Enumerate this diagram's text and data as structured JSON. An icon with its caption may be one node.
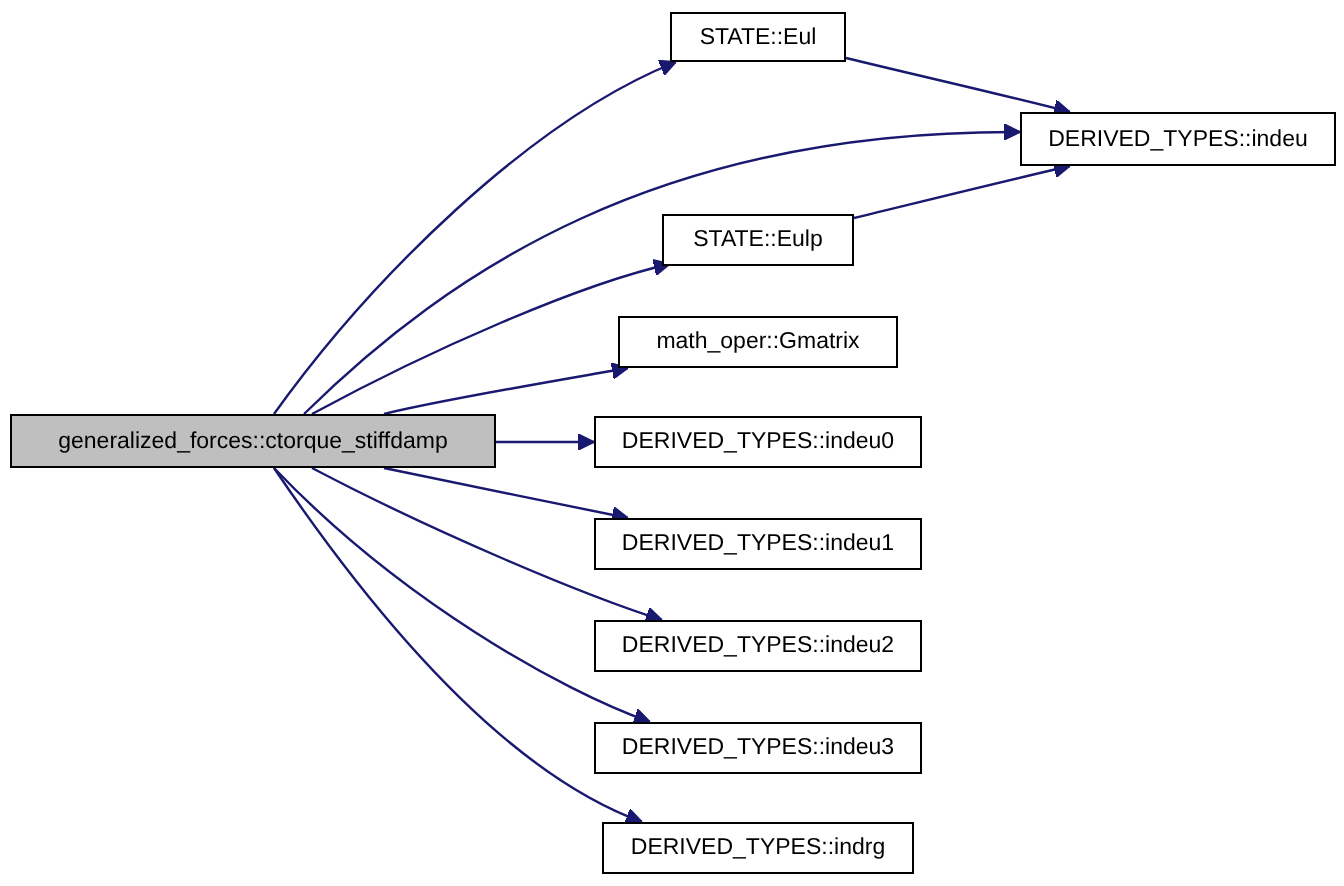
{
  "diagram": {
    "nodes": [
      {
        "text": [
          "generalized_forces::ctorque_stiffdamp"
        ]
      },
      {
        "text": [
          "STATE::Eul"
        ]
      },
      {
        "text": [
          "DERIVED_TYPES::indeu"
        ]
      },
      {
        "text": [
          "STATE::Eulp"
        ]
      },
      {
        "text": [
          "math_oper::Gmatrix"
        ]
      },
      {
        "text": [
          "DERIVED_TYPES::indeu0"
        ]
      },
      {
        "text": [
          "DERIVED_TYPES::indeu1"
        ]
      },
      {
        "text": [
          "DERIVED_TYPES::indeu2"
        ]
      },
      {
        "text": [
          "DERIVED_TYPES::indeu3"
        ]
      },
      {
        "text": [
          "DERIVED_TYPES::indrg"
        ]
      }
    ],
    "edges": [
      {
        "from": 0,
        "to": 1,
        "arrow": "to"
      },
      {
        "from": 0,
        "to": 2,
        "arrow": "to"
      },
      {
        "from": 0,
        "to": 3,
        "arrow": "to"
      },
      {
        "from": 0,
        "to": 4,
        "arrow": "to"
      },
      {
        "from": 0,
        "to": 5,
        "arrow": "to"
      },
      {
        "from": 0,
        "to": 6,
        "arrow": "to"
      },
      {
        "from": 0,
        "to": 7,
        "arrow": "to"
      },
      {
        "from": 0,
        "to": 8,
        "arrow": "to"
      },
      {
        "from": 0,
        "to": 9,
        "arrow": "to"
      },
      {
        "from": 1,
        "to": 2,
        "arrow": "to"
      },
      {
        "from": 3,
        "to": 2,
        "arrow": "to"
      }
    ]
  }
}
